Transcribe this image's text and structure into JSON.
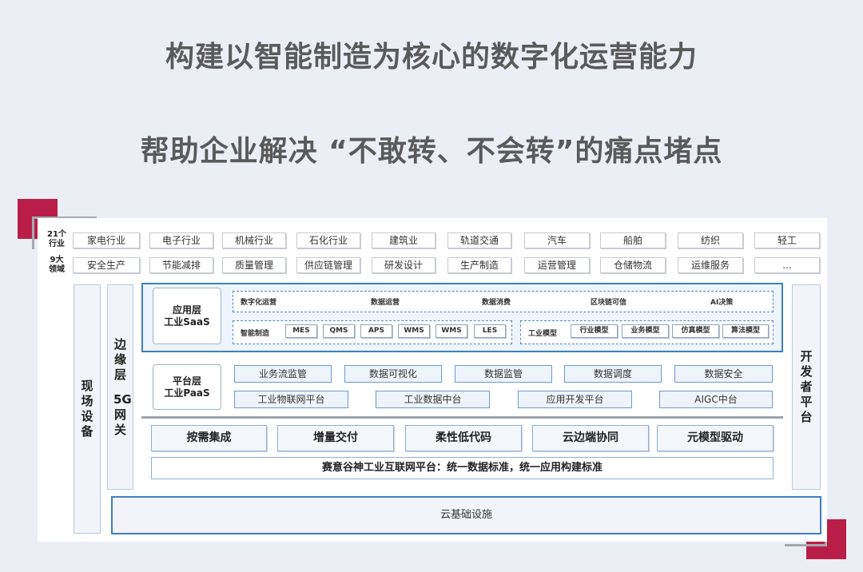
{
  "headline": {
    "line1": "构建以智能制造为核心的数字化运营能力",
    "line2": "帮助企业解决 “不敢转、不会转”的痛点堵点"
  },
  "colors": {
    "accent_red": "#b81e47",
    "border_blue": "#3d7fc2",
    "divider": "#a7a9b0"
  },
  "industries": {
    "label_line1": "21个",
    "label_line2": "行业",
    "items": [
      "家电行业",
      "电子行业",
      "机械行业",
      "石化行业",
      "建筑业",
      "轨道交通",
      "汽车",
      "船舶",
      "纺织",
      "轻工"
    ]
  },
  "domains": {
    "label_line1": "9大",
    "label_line2": "领域",
    "items": [
      "安全生产",
      "节能减排",
      "质量管理",
      "供应链管理",
      "研发设计",
      "生产制造",
      "运营管理",
      "仓储物流",
      "运维服务",
      "..."
    ]
  },
  "left_bar": {
    "label": "现场设备"
  },
  "edge_bar": {
    "label_top": "边缘层",
    "label_bottom": "5G网关"
  },
  "right_bar": {
    "label": "开发者平台"
  },
  "saas": {
    "title_line1": "应用层",
    "title_line2": "工业SaaS",
    "top_items": [
      "数字化运营",
      "数据运营",
      "数据消费",
      "区块链可信",
      "AI决策"
    ],
    "manufacturing_label": "智能制造",
    "manufacturing_items": [
      "MES",
      "QMS",
      "APS",
      "WMS",
      "WMS",
      "LES"
    ],
    "model_items": [
      "工业模型",
      "行业模型",
      "业务模型",
      "仿真模型",
      "算法模型"
    ]
  },
  "paas": {
    "title_line1": "平台层",
    "title_line2": "工业PaaS",
    "row1": [
      "业务流监管",
      "数据可视化",
      "数据监管",
      "数据调度",
      "数据安全"
    ],
    "row2": [
      "工业物联网平台",
      "工业数据中台",
      "应用开发平台",
      "AIGC中台"
    ]
  },
  "capabilities": [
    "按需集成",
    "增量交付",
    "柔性低代码",
    "云边端协同",
    "元模型驱动"
  ],
  "platform_banner": "赛意谷神工业互联网平台：统一数据标准，统一应用构建标准",
  "cloud": "云基础设施"
}
